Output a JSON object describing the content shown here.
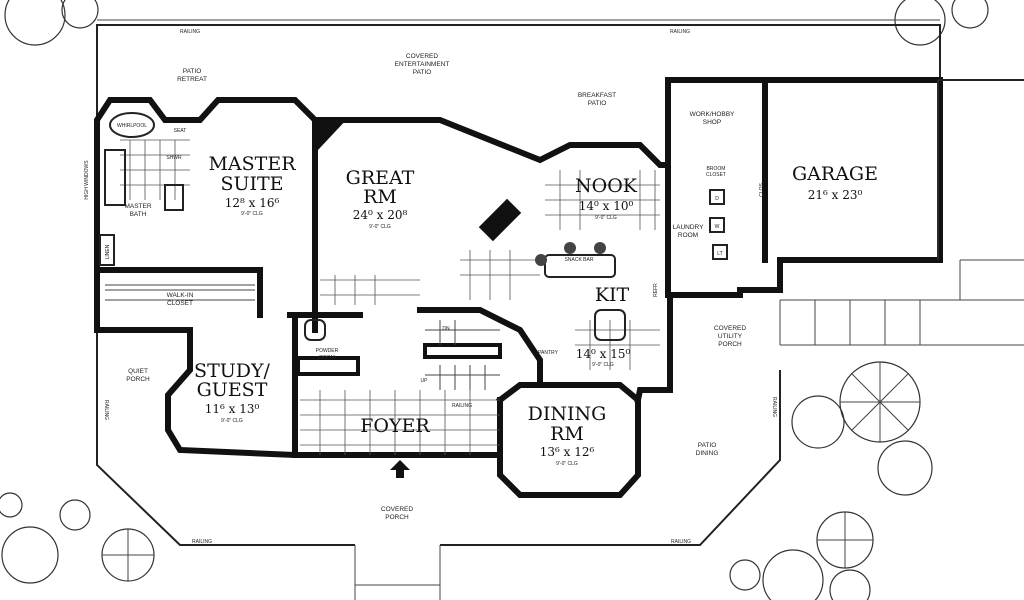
{
  "rooms": {
    "master_suite": {
      "name_1": "MASTER",
      "name_2": "SUITE",
      "dims": "12⁸ x 16⁶",
      "ceiling": "9'-0\" CLG"
    },
    "great_rm": {
      "name_1": "GREAT",
      "name_2": "RM",
      "dims": "24⁰ x 20⁸",
      "ceiling": "9'-0\" CLG"
    },
    "nook": {
      "name": "NOOK",
      "dims": "14⁰ x 10⁰",
      "ceiling": "9'-0\" CLG"
    },
    "garage": {
      "name": "GARAGE",
      "dims": "21⁶ x 23⁰"
    },
    "kit": {
      "name": "KIT",
      "dims": "14⁰ x 15⁰",
      "ceiling": "9'-0\" CLG"
    },
    "study_guest": {
      "name_1": "STUDY/",
      "name_2": "GUEST",
      "dims": "11⁶ x 13⁰",
      "ceiling": "9'-0\" CLG"
    },
    "foyer": {
      "name": "FOYER"
    },
    "dining_rm": {
      "name_1": "DINING",
      "name_2": "RM",
      "dims": "13⁶ x 12⁶",
      "ceiling": "9'-0\" CLG"
    }
  },
  "labels": {
    "patio_retreat": [
      "PATIO",
      "RETREAT"
    ],
    "covered_entertainment_patio": [
      "COVERED",
      "ENTERTAINMENT",
      "PATIO"
    ],
    "breakfast_patio": [
      "BREAKFAST",
      "PATIO"
    ],
    "work_hobby_shop": [
      "WORK/HOBBY",
      "SHOP"
    ],
    "whirlpool": "WHIRLPOOL",
    "seat": "SEAT",
    "shower": "SHWR",
    "master_bath": [
      "MASTER",
      "BATH"
    ],
    "linen": "LINEN",
    "walk_in_closet": [
      "WALK-IN",
      "CLOSET"
    ],
    "high_windows": "HIGH WINDOWS",
    "broom_closet": [
      "BROOM",
      "CLOSET"
    ],
    "laundry_room": [
      "LAUNDRY",
      "ROOM"
    ],
    "dryer": "D",
    "washer": "W",
    "laundry_tub": "LT",
    "snack_bar": "SNACK BAR",
    "pantry": "PANTRY",
    "covered_utility_porch": [
      "COVERED",
      "UTILITY",
      "PORCH"
    ],
    "powder_room": [
      "POWDER",
      "ROOM"
    ],
    "quiet_porch": [
      "QUIET",
      "PORCH"
    ],
    "patio_dining": [
      "PATIO",
      "DINING"
    ],
    "covered_porch": [
      "COVERED",
      "PORCH"
    ],
    "stairs_dn": "DN",
    "stairs_up": "UP",
    "railing": "RAILING",
    "refrigerator": "REFR",
    "closet": "CLOS"
  }
}
